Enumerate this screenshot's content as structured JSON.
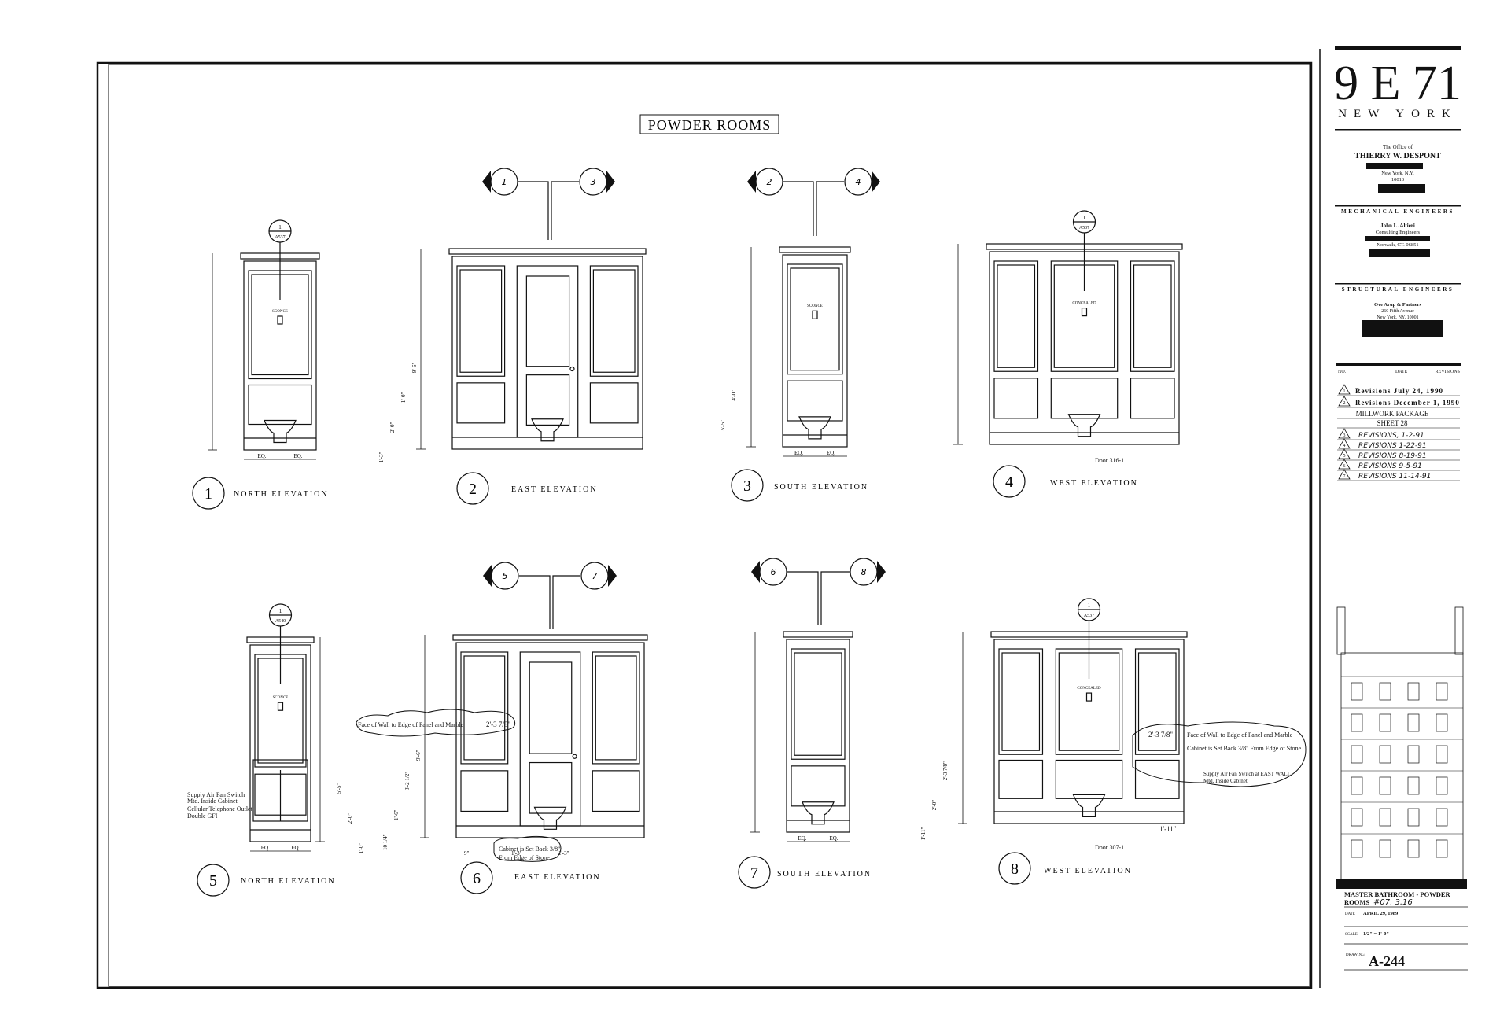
{
  "sheet": {
    "title": "POWDER ROOMS",
    "elevations": [
      {
        "number": "1",
        "label": "NORTH ELEVATION",
        "ref_num": "1",
        "ref_sheet": "A537",
        "fixture": "SCONCE"
      },
      {
        "number": "2",
        "label": "EAST ELEVATION",
        "dim_height": "9'-6\"",
        "dim_a": "1'-0\"",
        "dim_b": "2'-0\"",
        "dim_c": "1'-3\""
      },
      {
        "number": "3",
        "label": "SOUTH ELEVATION",
        "fixture": "SCONCE",
        "dim_a": "4'-0\"",
        "dim_b": "5'-5\""
      },
      {
        "number": "4",
        "label": "WEST ELEVATION",
        "ref_num": "1",
        "ref_sheet": "A537",
        "fixture": "CONCEALED",
        "door": "Door 316-1"
      },
      {
        "number": "5",
        "label": "NORTH ELEVATION",
        "ref_num": "1",
        "ref_sheet": "A540",
        "fixture": "SCONCE",
        "dim_a": "5'-5\"",
        "dim_b": "2'-0\"",
        "dim_c": "1'-0\""
      },
      {
        "number": "6",
        "label": "EAST ELEVATION",
        "dim_height": "9'-6\"",
        "dim_a": "3'-2 1/2\"",
        "dim_b": "1'-6\"",
        "dim_c": "10 1/4\"",
        "dim_d": "9\"",
        "dim_e": "1'-3\"",
        "dim_f": "2'-3 7/8\"",
        "dim_g": "1'-3\""
      },
      {
        "number": "7",
        "label": "SOUTH ELEVATION"
      },
      {
        "number": "8",
        "label": "WEST ELEVATION",
        "ref_num": "1",
        "ref_sheet": "A537",
        "fixture": "CONCEALED",
        "door": "Door 307-1",
        "dim_a": "2'-3 7/8\"",
        "dim_b": "2'-0\"",
        "dim_c": "1'-11\""
      }
    ],
    "eq": "EQ.",
    "section_markers": [
      "1",
      "3",
      "2",
      "4",
      "5",
      "7",
      "6",
      "8"
    ],
    "notes": {
      "note5_1": "Supply Air Fan Switch",
      "note5_2": "Mtd. Inside Cabinet",
      "note5_3": "Cellular Telephone Outlet",
      "note5_4": "Double GFI",
      "note6_1": "Face of Wall to Edge of Panel and Marble",
      "note6_2": "Cabinet is Set Back 3/8\"",
      "note6_3": "From Edge of Stone",
      "note8_1": "Face of Wall to Edge of Panel and Marble",
      "note8_2": "Cabinet is Set Back 3/8\" From Edge of Stone",
      "note8_3": "Supply Air Fan Switch at EAST WALL",
      "note8_4": "Mtd. Inside Cabinet"
    }
  },
  "title_block": {
    "project": "9 E 71",
    "city": "NEW YORK",
    "office_pre": "The Office of",
    "architect": "THIERRY W. DESPONT",
    "architect_city": "New York, N.Y.",
    "architect_zip": "10013",
    "mech_heading": "MECHANICAL ENGINEERS",
    "mech_name": "John L. Altieri",
    "mech_sub": "Consulting Engineers",
    "mech_city": "Norwalk, CT. 06851",
    "struct_heading": "STRUCTURAL ENGINEERS",
    "struct_name": "Ove Arup & Partners",
    "struct_addr": "260 Fifth Avenue",
    "struct_city": "New York, NY. 10001",
    "rev_headers": {
      "no": "NO.",
      "date": "DATE",
      "revisions": "REVISIONS"
    },
    "revisions": [
      {
        "no": "1",
        "text": "Revisions  July 24, 1990"
      },
      {
        "no": "2",
        "text": "Revisions  December 1, 1990"
      },
      {
        "no": "",
        "text": "MILLWORK PACKAGE"
      },
      {
        "no": "",
        "text": "SHEET 28"
      },
      {
        "no": "3",
        "text": "REVISIONS,   1-2-91"
      },
      {
        "no": "4",
        "text": "REVISIONS   1-22-91"
      },
      {
        "no": "5",
        "text": "REVISIONS   8-19-91"
      },
      {
        "no": "6",
        "text": "REVISIONS   9-5-91"
      },
      {
        "no": "7",
        "text": "REVISIONS   11-14-91"
      }
    ],
    "drawing_title_1": "MASTER BATHROOM - POWDER",
    "drawing_title_2": "ROOMS",
    "drawing_title_hand": "#07, 3.16",
    "date_label": "DATE",
    "date": "APRIL 29, 1989",
    "scale_label": "SCALE",
    "scale": "1/2\" = 1'-0\"",
    "drawing_label": "DRAWING",
    "drawing_no": "A-244"
  }
}
